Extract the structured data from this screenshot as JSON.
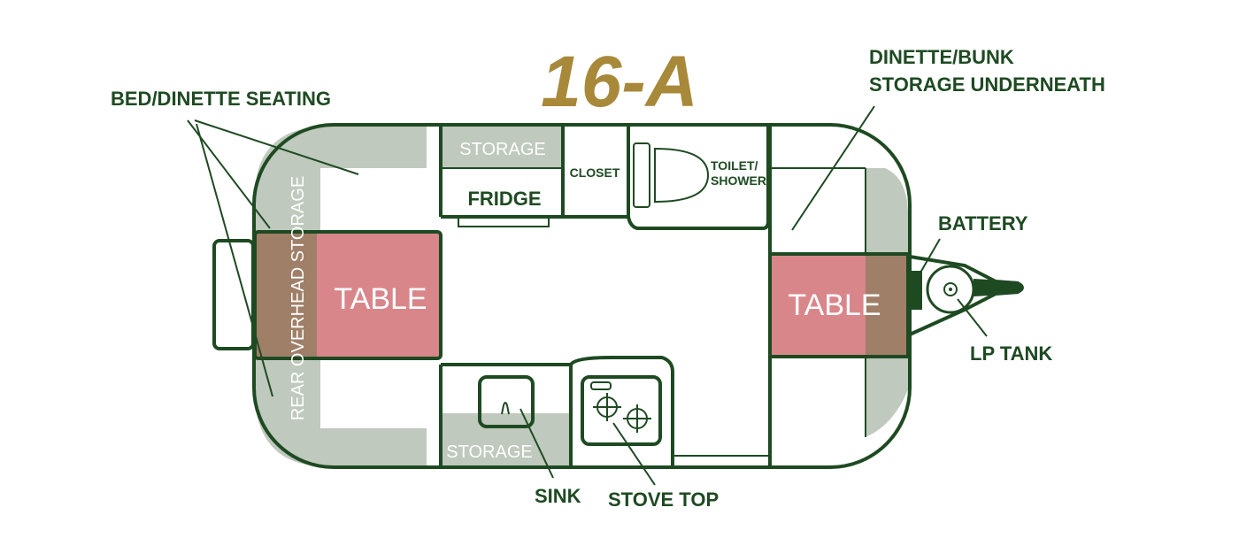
{
  "title": "16-A",
  "colors": {
    "wall": "#1e4a22",
    "title": "#a8893a",
    "storage": "#bfc9bd",
    "table": "#d9868a",
    "overhead": "#a07f68"
  },
  "rooms": {
    "rear_overhead_storage": "REAR OVERHEAD STORAGE",
    "table_rear": "TABLE",
    "table_front": "TABLE",
    "storage_top": "STORAGE",
    "fridge": "FRIDGE",
    "closet": "CLOSET",
    "toilet_line1": "TOILET/",
    "toilet_line2": "SHOWER",
    "storage_bottom": "STORAGE"
  },
  "callouts": {
    "bed_dinette": "BED/DINETTE SEATING",
    "dinette_bunk_line1": "DINETTE/BUNK",
    "dinette_bunk_line2": "STORAGE UNDERNEATH",
    "battery": "BATTERY",
    "lp_tank": "LP TANK",
    "sink": "SINK",
    "stove_top": "STOVE TOP"
  }
}
